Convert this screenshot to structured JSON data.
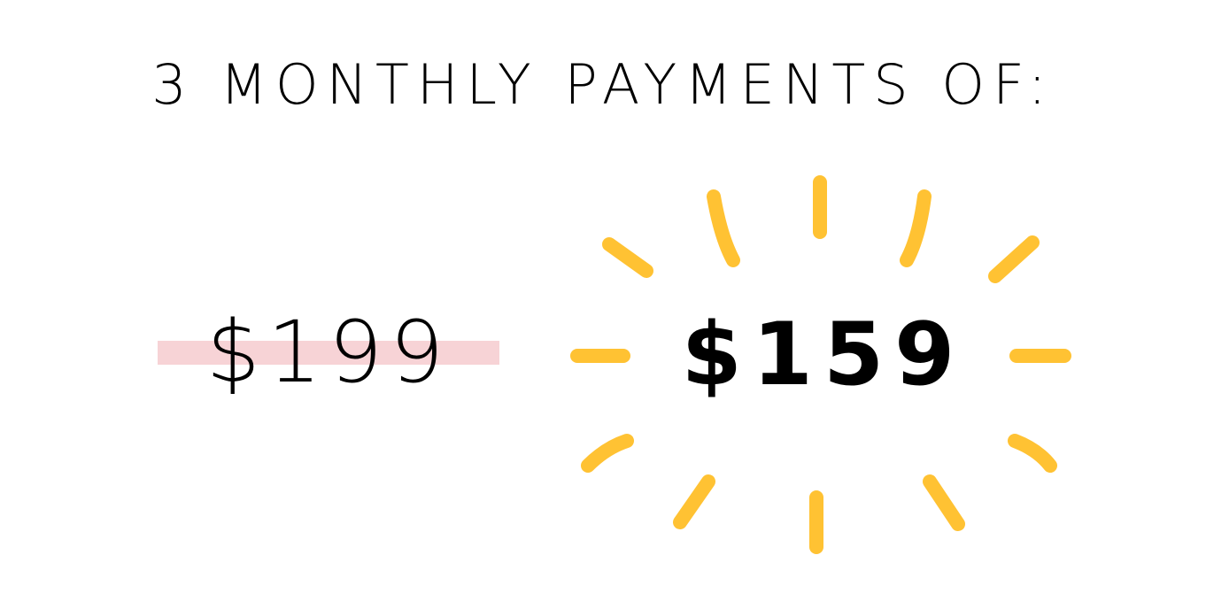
{
  "heading": "3 MONTHLY PAYMENTS OF:",
  "old_price": "$199",
  "new_price": "$159",
  "colors": {
    "text": "#000000",
    "strikethrough": "#f7d3d6",
    "burst": "#ffc233",
    "background": "#ffffff"
  },
  "icons": {
    "burst": "sunburst-icon"
  }
}
